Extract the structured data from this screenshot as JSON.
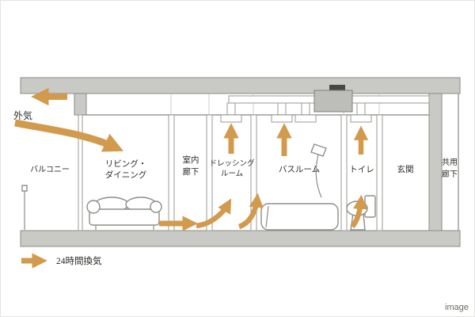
{
  "colors": {
    "arrow": "#d29a4d",
    "structure_fill": "#c9c9c5",
    "structure_stroke": "#8a8a86",
    "wall_line": "#9a9a96",
    "text": "#2b2b28",
    "caption_color": "#6b6b68"
  },
  "legend": {
    "outside_air": "外気",
    "ventilation_24h": "24時間換気"
  },
  "rooms": {
    "balcony": "バルコニー",
    "living_line1": "リビング・",
    "living_line2": "ダイニング",
    "corridor_line1": "室内",
    "corridor_line2": "廊下",
    "dressing_line1": "ドレッシング",
    "dressing_line2": "ルーム",
    "bathroom": "バスルーム",
    "toilet": "トイレ",
    "entrance": "玄関",
    "common_line1": "共用",
    "common_line2": "廊下"
  },
  "caption": "image"
}
